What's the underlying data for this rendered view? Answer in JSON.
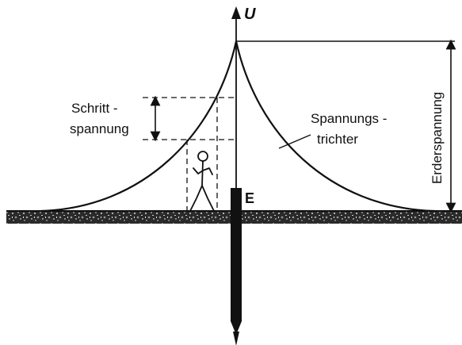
{
  "labels": {
    "voltage_axis": "U",
    "electrode": "E",
    "step_voltage_line1": "Schritt -",
    "step_voltage_line2": "spannung",
    "voltage_funnel_line1": "Spannungs -",
    "voltage_funnel_line2": "trichter",
    "earth_voltage": "Erderspannung"
  },
  "colors": {
    "ink": "#111111",
    "background": "#ffffff",
    "ground_dark": "#1a1a1a",
    "ground_light": "#9a9a9a"
  },
  "icons": {
    "person": "stick-figure-person",
    "ground": "soil-hatching",
    "electrode": "earth-rod"
  }
}
